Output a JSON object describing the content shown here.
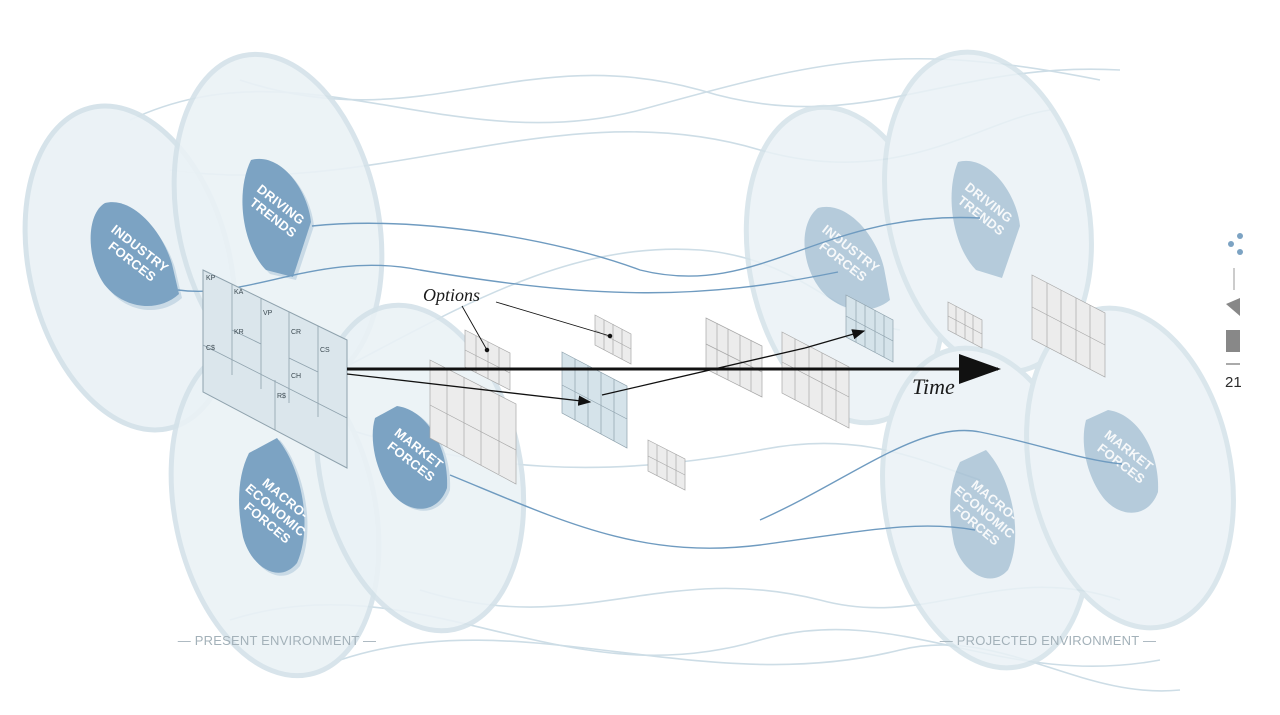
{
  "present": {
    "industry": [
      "INDUSTRY",
      "FORCES"
    ],
    "trends": [
      "DRIVING",
      "TRENDS"
    ],
    "macro": [
      "MACRO-",
      "ECONOMIC",
      "FORCES"
    ],
    "market": [
      "MARKET",
      "FORCES"
    ],
    "label": "— PRESENT ENVIRONMENT —"
  },
  "projected": {
    "industry": [
      "INDUSTRY",
      "FORCES"
    ],
    "trends": [
      "DRIVING",
      "TRENDS"
    ],
    "macro": [
      "MACRO-",
      "ECONOMIC",
      "FORCES"
    ],
    "market": [
      "MARKET",
      "FORCES"
    ],
    "label": "— PROJECTED ENVIRONMENT —"
  },
  "canvas_blocks": [
    "KP",
    "KA",
    "VP",
    "CR",
    "CS",
    "KR",
    "CH",
    "C$",
    "R$"
  ],
  "annotations": {
    "options": "Options",
    "time": "Time"
  },
  "page_number": "21",
  "colors": {
    "disc_fill": "#e9f1f5",
    "disc_stroke": "#d3e0e7",
    "force_fill": "#7ca3c3",
    "force_fill_faded": "#a9c2d5",
    "canvas_fill": "#dde7ec",
    "option_fill": "#ececec",
    "flow_line": "#6f9bc0",
    "flow_line_light": "#c5d6e1"
  }
}
